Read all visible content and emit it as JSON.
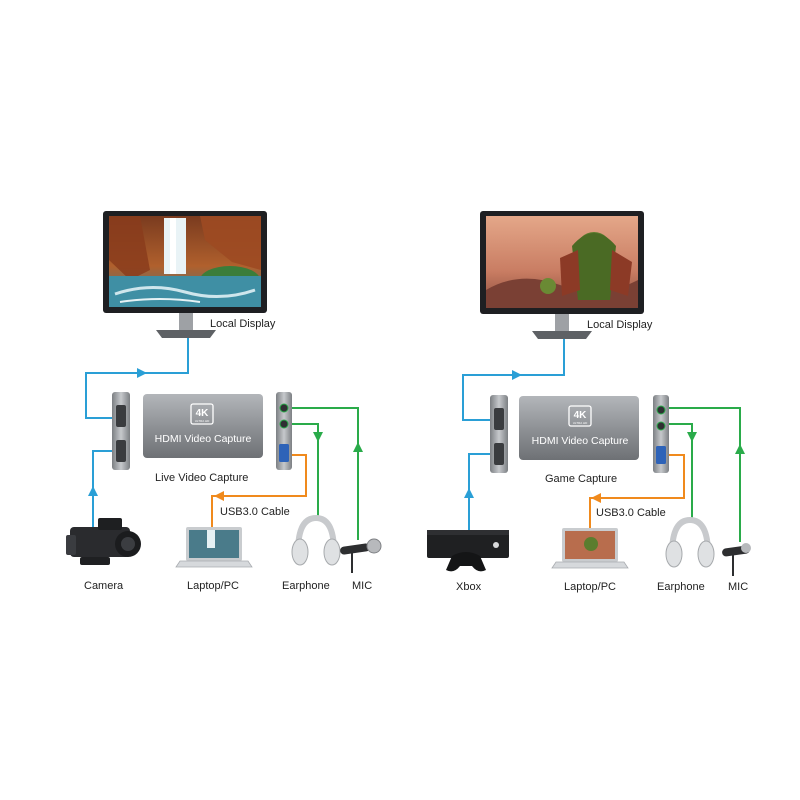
{
  "diagrams": [
    {
      "display_label": "Local Display",
      "device_brand": "4K",
      "device_brand_sub": "ULTRA HD",
      "device_title": "HDMI Video Capture",
      "device_caption": "Live Video Capture",
      "cable_label": "USB3.0 Cable",
      "source_label": "Camera",
      "laptop_label": "Laptop/PC",
      "earphone_label": "Earphone",
      "mic_label": "MIC",
      "screen_scene": "waterfall"
    },
    {
      "display_label": "Local Display",
      "device_brand": "4K",
      "device_brand_sub": "ULTRA HD",
      "device_title": "HDMI Video Capture",
      "device_caption": "Game Capture",
      "cable_label": "USB3.0 Cable",
      "source_label": "Xbox",
      "laptop_label": "Laptop/PC",
      "earphone_label": "Earphone",
      "mic_label": "MIC",
      "screen_scene": "game-character"
    }
  ],
  "colors": {
    "hdmi_line": "#2a9fd6",
    "usb_line": "#f08a1d",
    "audio_line": "#2aab4a",
    "device_body": "#8e9196",
    "device_body_light": "#b9bcc0"
  }
}
